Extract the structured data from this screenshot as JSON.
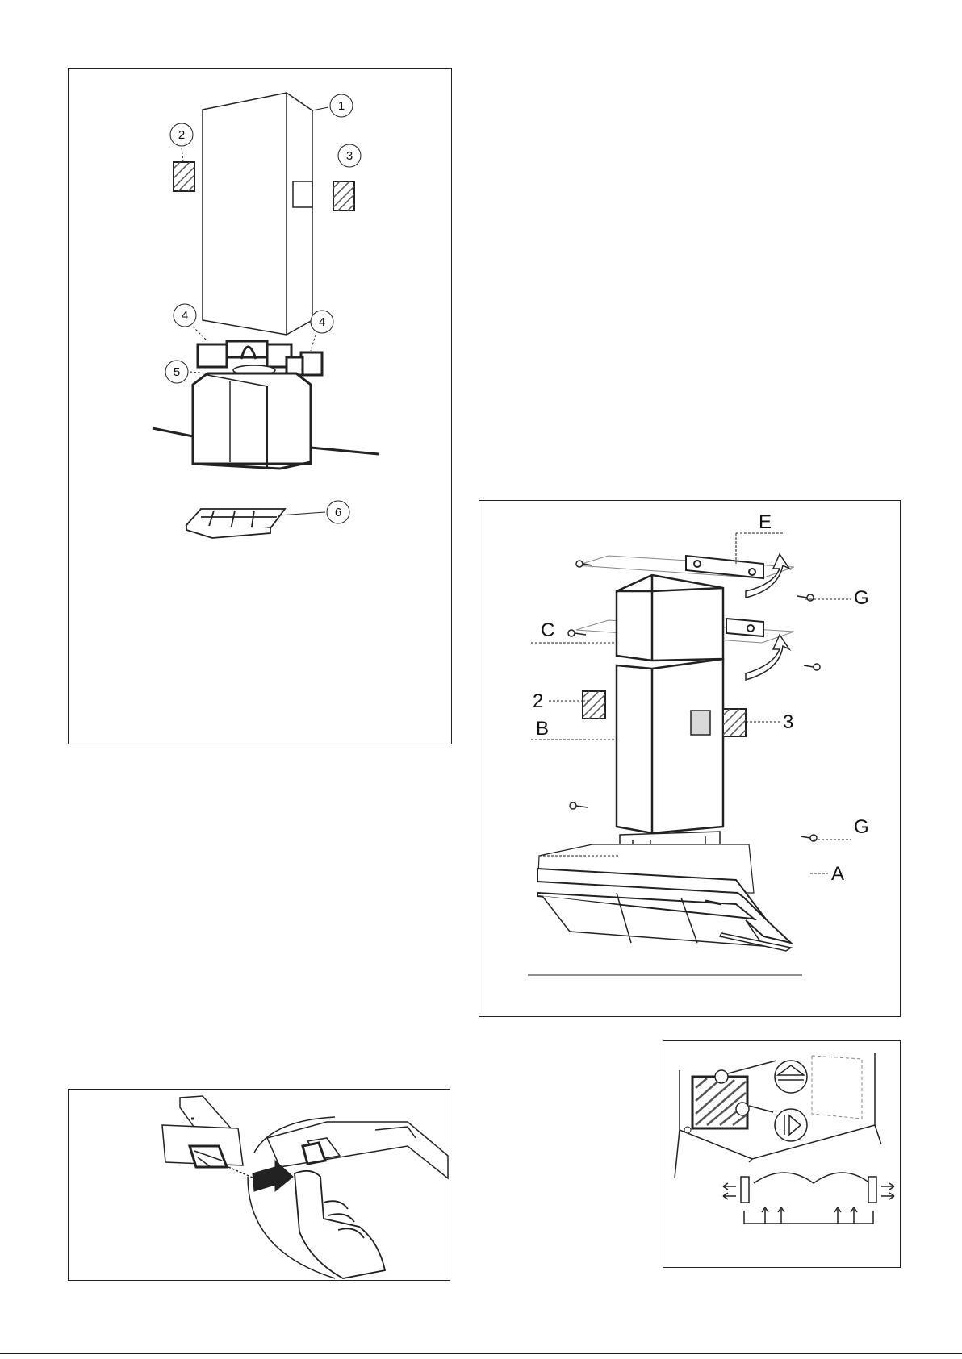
{
  "figure1": {
    "callouts": [
      "1",
      "2",
      "3",
      "4",
      "4",
      "5",
      "6"
    ]
  },
  "figure2": {
    "labels": {
      "E": "E",
      "G1": "G",
      "C": "C",
      "n2": "2",
      "B": "B",
      "n3": "3",
      "G2": "G",
      "A": "A"
    }
  },
  "colors": {
    "line": "#222222",
    "hatch": "#555555",
    "fill_grey": "#d9d9d9"
  }
}
